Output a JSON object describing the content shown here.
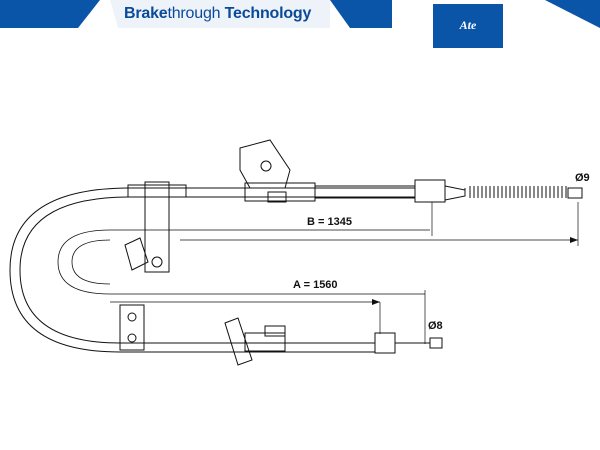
{
  "header": {
    "brand_bold": "Brake",
    "brand_light": "through",
    "brand_tail": "Technology",
    "logo_text": "Ate",
    "color_primary": "#0a55a8"
  },
  "diagram": {
    "label_b": "B = 1345",
    "label_a": "A = 1560",
    "diameter_top": "Ø9",
    "diameter_bottom": "Ø8"
  }
}
